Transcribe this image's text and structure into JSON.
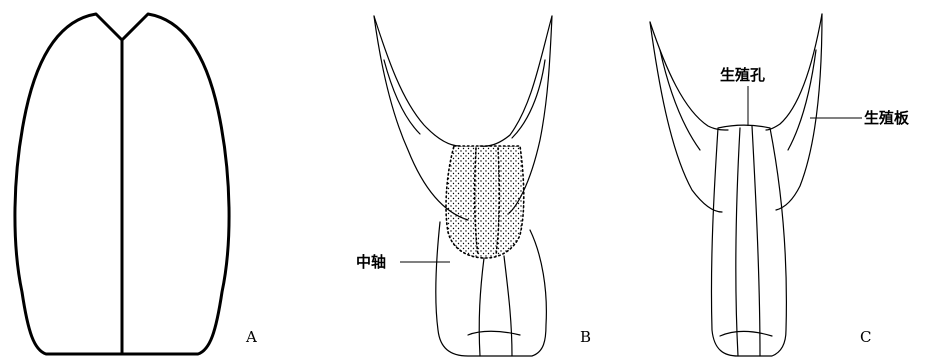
{
  "panels": [
    {
      "id": "A",
      "label": "A"
    },
    {
      "id": "B",
      "label": "B",
      "callouts": [
        {
          "text": "中轴"
        }
      ]
    },
    {
      "id": "C",
      "label": "C",
      "callouts": [
        {
          "text": "生殖孔"
        },
        {
          "text": "生殖板"
        }
      ]
    }
  ],
  "colors": {
    "ink": "#000000",
    "background": "#ffffff"
  }
}
